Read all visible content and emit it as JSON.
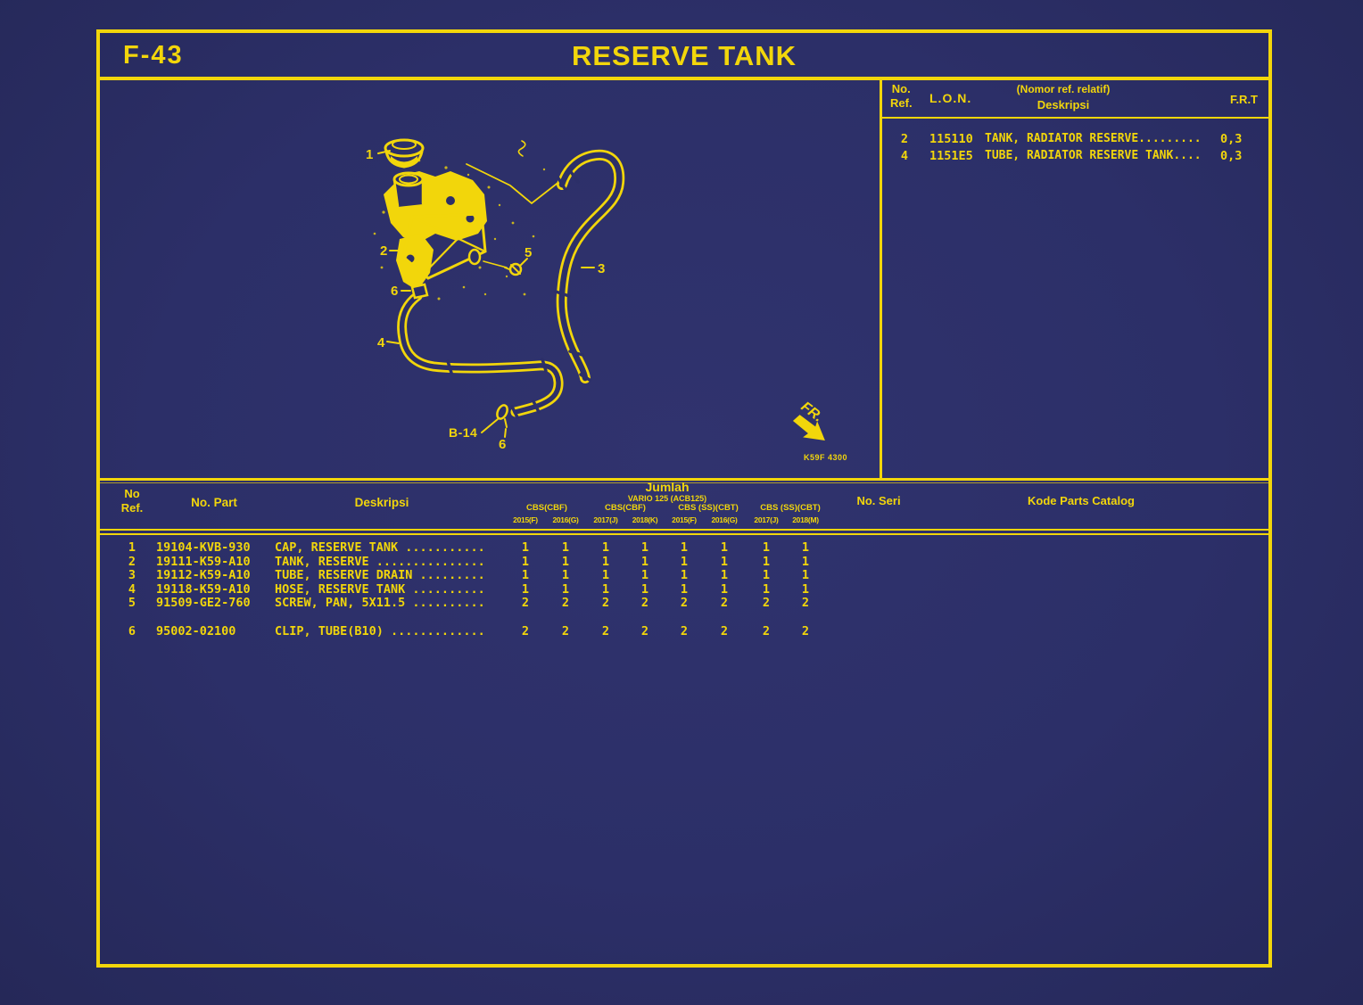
{
  "page": {
    "fig_no": "F-43",
    "title": "RESERVE TANK",
    "fr_label": "FR.",
    "diagram_code": "K59F 4300"
  },
  "colors": {
    "background": "#2c2f68",
    "accent": "#f2d60b"
  },
  "ref_table": {
    "header": {
      "no_ref_line1": "No.",
      "no_ref_line2": "Ref.",
      "lon": "L.O.N.",
      "desc_note": "(Nomor ref. relatif)",
      "desc": "Deskripsi",
      "frt": "F.R.T"
    },
    "rows": [
      {
        "ref": "2",
        "lon": "115110",
        "desc": "TANK, RADIATOR RESERVE.........",
        "frt": "0,3"
      },
      {
        "ref": "4",
        "lon": "1151E5",
        "desc": "TUBE, RADIATOR RESERVE TANK....",
        "frt": "0,3"
      }
    ]
  },
  "parts_table": {
    "header": {
      "no_ref_line1": "No",
      "no_ref_line2": "Ref.",
      "part": "No. Part",
      "desc": "Deskripsi",
      "qty": "Jumlah",
      "qty_model": "VARIO 125 (ACB125)",
      "seri": "No. Seri",
      "kode": "Kode Parts Catalog"
    },
    "groups": [
      "CBS(CBF)",
      "CBS(CBF)",
      "CBS (SS)(CBT)",
      "CBS (SS)(CBT)"
    ],
    "years": [
      "2015(F)",
      "2016(G)",
      "2017(J)",
      "2018(K)",
      "2015(F)",
      "2016(G)",
      "2017(J)",
      "2018(M)"
    ],
    "rows": [
      {
        "ref": "1",
        "part": "19104-KVB-930",
        "desc": "CAP, RESERVE TANK ...........",
        "qty": [
          "1",
          "1",
          "1",
          "1",
          "1",
          "1",
          "1",
          "1"
        ]
      },
      {
        "ref": "2",
        "part": "19111-K59-A10",
        "desc": "TANK, RESERVE ...............",
        "qty": [
          "1",
          "1",
          "1",
          "1",
          "1",
          "1",
          "1",
          "1"
        ]
      },
      {
        "ref": "3",
        "part": "19112-K59-A10",
        "desc": "TUBE, RESERVE DRAIN .........",
        "qty": [
          "1",
          "1",
          "1",
          "1",
          "1",
          "1",
          "1",
          "1"
        ]
      },
      {
        "ref": "4",
        "part": "19118-K59-A10",
        "desc": "HOSE, RESERVE TANK ..........",
        "qty": [
          "1",
          "1",
          "1",
          "1",
          "1",
          "1",
          "1",
          "1"
        ]
      },
      {
        "ref": "5",
        "part": "91509-GE2-760",
        "desc": "SCREW, PAN, 5X11.5 ..........",
        "qty": [
          "2",
          "2",
          "2",
          "2",
          "2",
          "2",
          "2",
          "2"
        ]
      },
      {
        "ref": "6",
        "part": "95002-02100",
        "desc": "CLIP, TUBE(B10) .............",
        "qty": [
          "2",
          "2",
          "2",
          "2",
          "2",
          "2",
          "2",
          "2"
        ]
      }
    ]
  },
  "diagram": {
    "labels": {
      "n1": "1",
      "n2": "2",
      "n3": "3",
      "n4": "4",
      "n5": "5",
      "n6a": "6",
      "n6b": "6"
    },
    "page_ref": "B-14"
  }
}
